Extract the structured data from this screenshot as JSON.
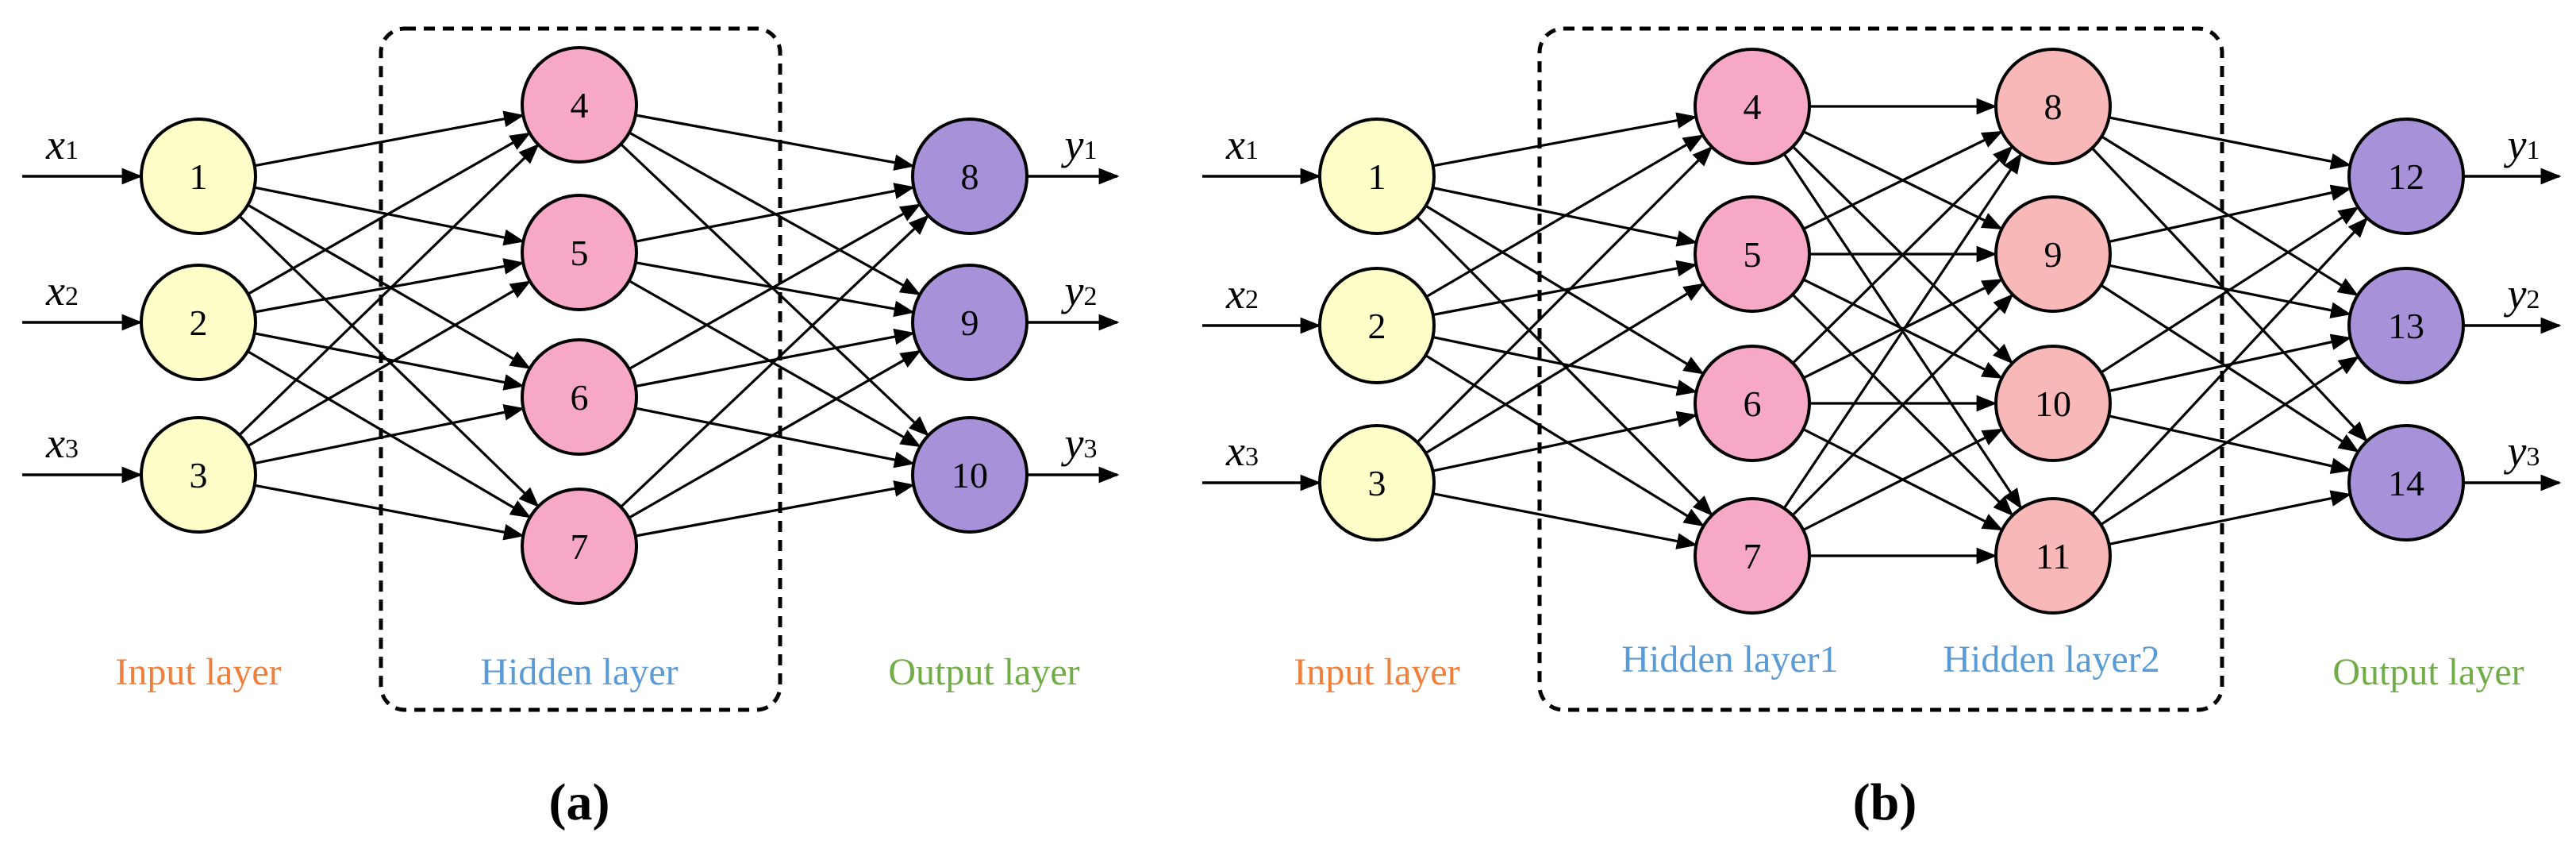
{
  "colors": {
    "input_fill": "#fefec8",
    "hidden_fill": "#f6a8c6",
    "hidden2_fill": "#f8b8b8",
    "output_fill": "#a791d9",
    "input_label": "#f07f3c",
    "hidden_label": "#5b9bd5",
    "output_label": "#70ad47",
    "line": "#000000"
  },
  "panels": [
    {
      "id": "a",
      "label": "(a)",
      "layers": [
        {
          "kind": "input",
          "label": "Input layer",
          "nodes": [
            "1",
            "2",
            "3"
          ]
        },
        {
          "kind": "hidden",
          "label": "Hidden layer",
          "nodes": [
            "4",
            "5",
            "6",
            "7"
          ]
        },
        {
          "kind": "output",
          "label": "Output layer",
          "nodes": [
            "8",
            "9",
            "10"
          ]
        }
      ],
      "inputs": [
        {
          "var": "x",
          "sub": "1"
        },
        {
          "var": "x",
          "sub": "2"
        },
        {
          "var": "x",
          "sub": "3"
        }
      ],
      "outputs": [
        {
          "var": "y",
          "sub": "1"
        },
        {
          "var": "y",
          "sub": "2"
        },
        {
          "var": "y",
          "sub": "3"
        }
      ]
    },
    {
      "id": "b",
      "label": "(b)",
      "layers": [
        {
          "kind": "input",
          "label": "Input layer",
          "nodes": [
            "1",
            "2",
            "3"
          ]
        },
        {
          "kind": "hidden",
          "label": "Hidden layer1",
          "nodes": [
            "4",
            "5",
            "6",
            "7"
          ]
        },
        {
          "kind": "hidden2",
          "label": "Hidden layer2",
          "nodes": [
            "8",
            "9",
            "10",
            "11"
          ]
        },
        {
          "kind": "output",
          "label": "Output layer",
          "nodes": [
            "12",
            "13",
            "14"
          ]
        }
      ],
      "inputs": [
        {
          "var": "x",
          "sub": "1"
        },
        {
          "var": "x",
          "sub": "2"
        },
        {
          "var": "x",
          "sub": "3"
        }
      ],
      "outputs": [
        {
          "var": "y",
          "sub": "1"
        },
        {
          "var": "y",
          "sub": "2"
        },
        {
          "var": "y",
          "sub": "3"
        }
      ]
    }
  ]
}
